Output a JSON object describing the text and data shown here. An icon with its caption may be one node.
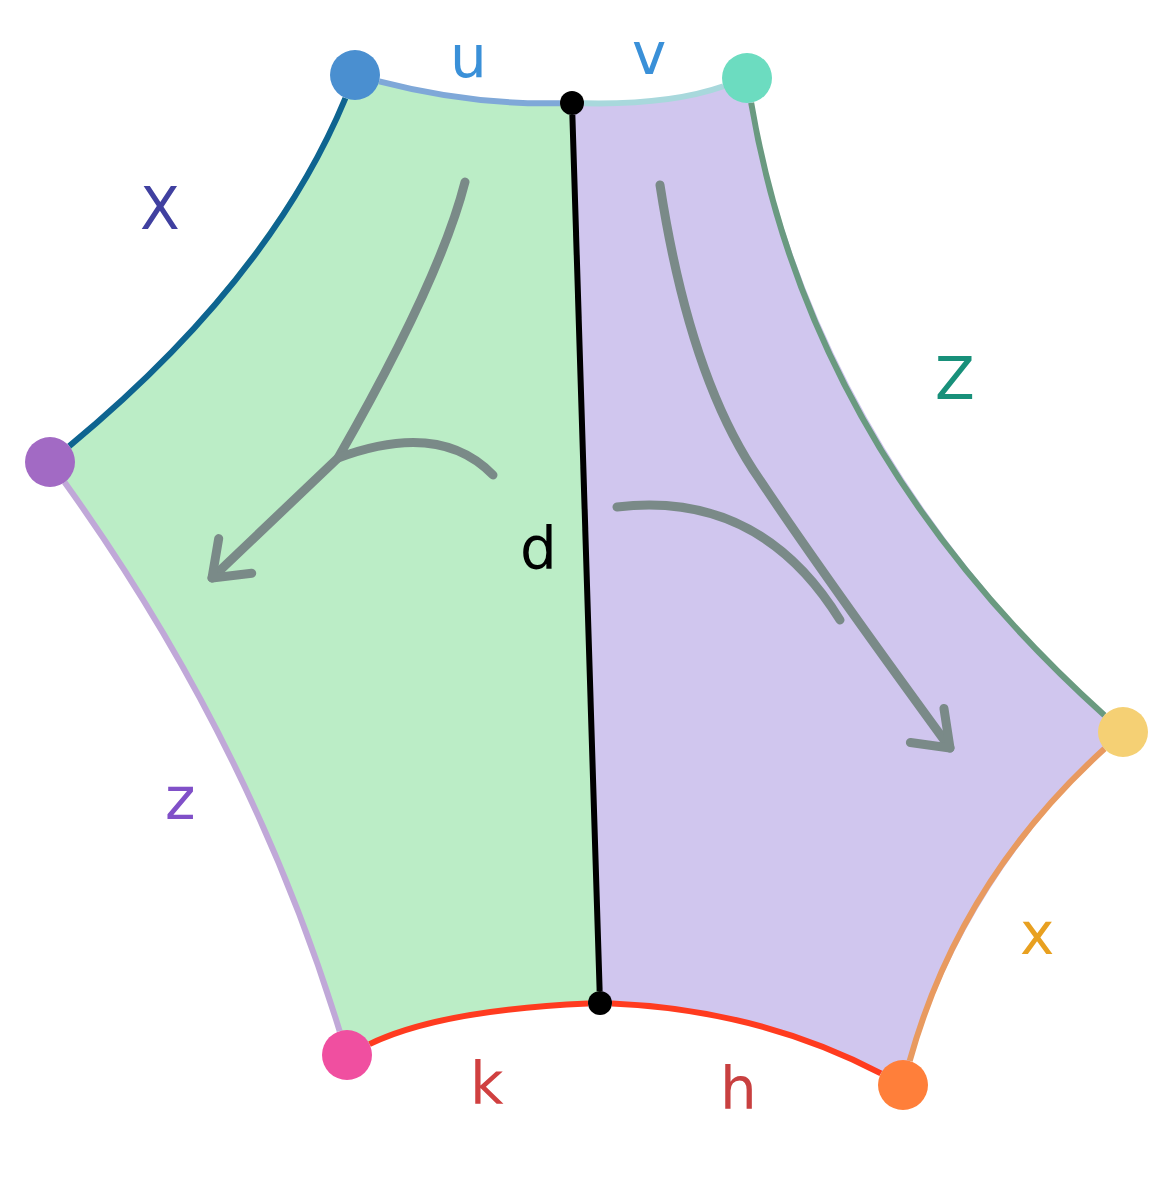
{
  "diagram": {
    "nodes": [
      {
        "text": [],
        "shape": "circle"
      },
      {
        "text": [],
        "shape": "circle"
      },
      {
        "text": [],
        "shape": "circle"
      },
      {
        "text": [],
        "shape": "circle"
      },
      {
        "text": [],
        "shape": "circle"
      },
      {
        "text": [],
        "shape": "circle"
      },
      {
        "text": [],
        "shape": "circle"
      },
      {
        "text": [],
        "shape": "circle"
      }
    ],
    "edges": [
      {
        "from": 0,
        "to": 1,
        "arrow": "none",
        "label": "u",
        "color": "#7fa8d8"
      },
      {
        "from": 1,
        "to": 2,
        "arrow": "none",
        "label": "v",
        "color": "#a8d8dc"
      },
      {
        "from": 2,
        "to": 3,
        "arrow": "none",
        "label": "Z",
        "color": "#6a9a80"
      },
      {
        "from": 3,
        "to": 4,
        "arrow": "none",
        "label": "x",
        "color": "#e89a60"
      },
      {
        "from": 4,
        "to": 5,
        "arrow": "none",
        "label": "h",
        "color": "#ff3b1f"
      },
      {
        "from": 5,
        "to": 6,
        "arrow": "none",
        "label": "k",
        "color": "#ff3b1f"
      },
      {
        "from": 6,
        "to": 7,
        "arrow": "none",
        "label": "z",
        "color": "#c0a8d8"
      },
      {
        "from": 7,
        "to": 0,
        "arrow": "none",
        "label": "X",
        "color": "#0e6490"
      },
      {
        "from": 1,
        "to": 5,
        "arrow": "none",
        "label": "d",
        "color": "#000000"
      }
    ]
  }
}
